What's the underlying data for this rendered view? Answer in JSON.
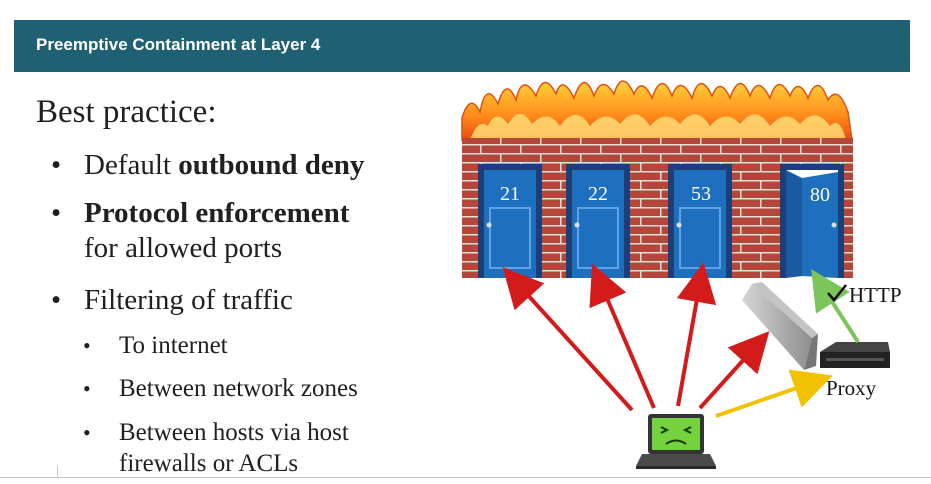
{
  "header": {
    "title": "Preemptive Containment at Layer 4",
    "bg_color": "#1f6073"
  },
  "heading": "Best practice:",
  "bullets": [
    {
      "plain": "Default ",
      "bold": "outbound deny"
    },
    {
      "bold": "Protocol enforcement",
      "line2": "for allowed ports"
    },
    {
      "plain": "Filtering of traffic"
    }
  ],
  "sub_bullets": [
    "To internet",
    "Between network zones",
    "Between hosts via host",
    "firewalls or ACLs"
  ],
  "doors": [
    "21",
    "22",
    "53",
    "80"
  ],
  "labels": {
    "http": "HTTP",
    "proxy": "Proxy"
  },
  "icons": [
    "fire-icon",
    "brick-wall-icon",
    "door-icon",
    "concrete-barrier-icon",
    "proxy-router-icon",
    "infected-laptop-icon",
    "checkmark-icon"
  ],
  "colors": {
    "blocked_arrow": "#d41b1b",
    "proxy_arrow": "#f2c200",
    "allowed_arrow": "#7cc55a",
    "door": "#1f6fbf",
    "brick": "#a93c2c"
  }
}
